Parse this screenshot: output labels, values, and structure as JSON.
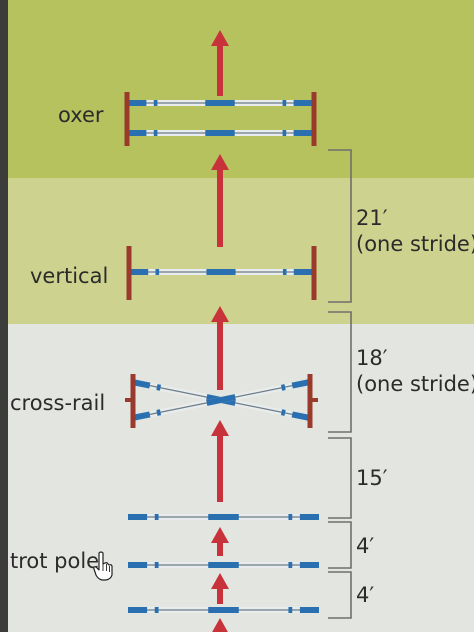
{
  "labels": {
    "oxer": "oxer",
    "vertical": "vertical",
    "cross_rail": "cross-rail",
    "trot_pole": "trot pole"
  },
  "distances": [
    {
      "value": "21′",
      "note": "(one stride)"
    },
    {
      "value": "18′",
      "note": "(one stride)"
    },
    {
      "value": "15′"
    },
    {
      "value": "4′"
    },
    {
      "value": "4′"
    }
  ],
  "colors": {
    "oxer_band": "#b6c25e",
    "vertical_band": "#cdd38e",
    "lower_band": "#e3e6e0",
    "arrow": "#c8323a",
    "rail_stripe": "#2a6fb0",
    "standard": "#9a3a2c"
  },
  "icons": [
    "hand-cursor-icon"
  ]
}
